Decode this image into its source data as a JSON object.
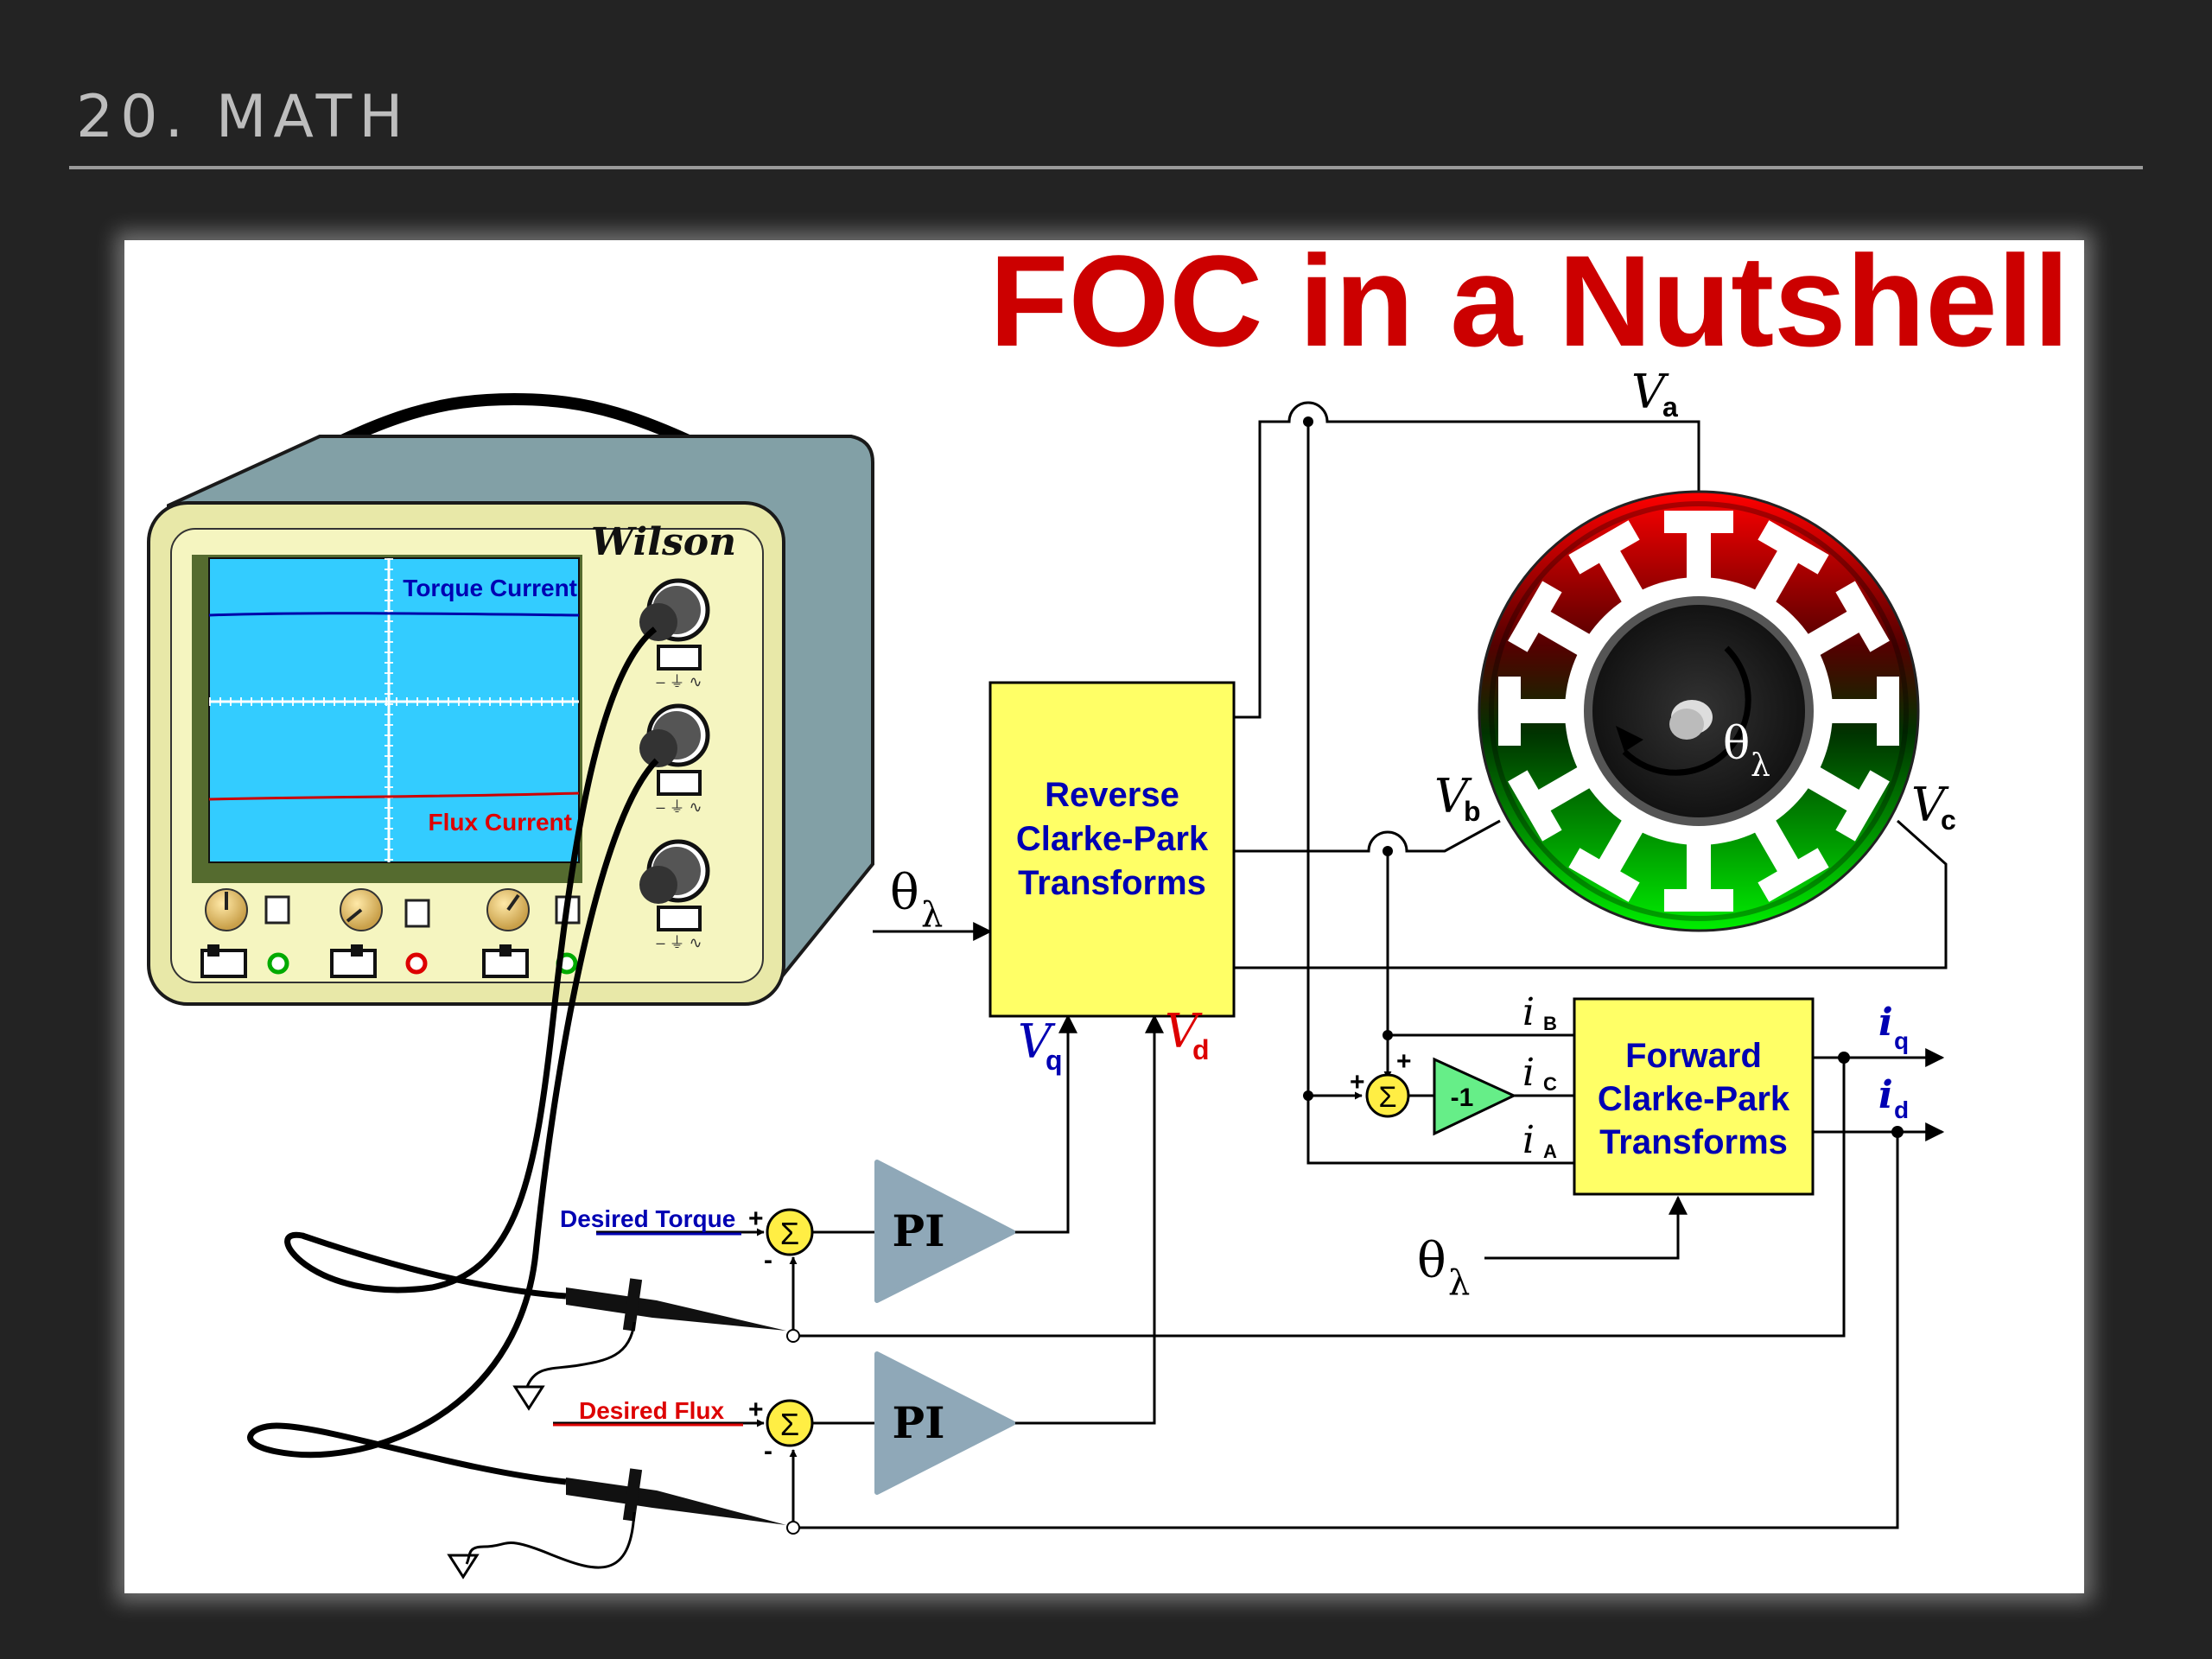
{
  "slide": {
    "title": "20. MATH"
  },
  "diagram": {
    "title": "FOC in a Nutshell",
    "scope": {
      "brand": "Wilson",
      "trace_top_label": "Torque Current",
      "trace_bottom_label": "Flux Current"
    },
    "blocks": {
      "reverse": [
        "Reverse",
        "Clarke-Park",
        "Transforms"
      ],
      "forward": [
        "Forward",
        "Clarke-Park",
        "Transforms"
      ],
      "pi": "PI",
      "gain": "-1",
      "sum": "Σ"
    },
    "inputs": {
      "desired_torque": "Desired Torque",
      "desired_flux": "Desired Flux",
      "theta": "θ",
      "theta_sub": "λ"
    },
    "voltages": {
      "va": "V",
      "va_sub": "a",
      "vb": "V",
      "vb_sub": "b",
      "vc": "V",
      "vc_sub": "c",
      "vq": "V",
      "vq_sub": "q",
      "vd": "V",
      "vd_sub": "d"
    },
    "currents": {
      "ib": "i",
      "ib_sub": "B",
      "ic": "i",
      "ic_sub": "C",
      "ia": "i",
      "ia_sub": "A",
      "iq": "i",
      "iq_sub": "q",
      "id": "i",
      "id_sub": "d"
    },
    "signs": {
      "plus": "+",
      "minus": "-"
    },
    "colors": {
      "title": "#cc0000",
      "block": "#ffff66",
      "label_blue": "#0000b3",
      "label_red": "#dd0000",
      "screen": "#33ccff",
      "motor_top": "#cc0000",
      "motor_bottom": "#00dd00"
    }
  }
}
